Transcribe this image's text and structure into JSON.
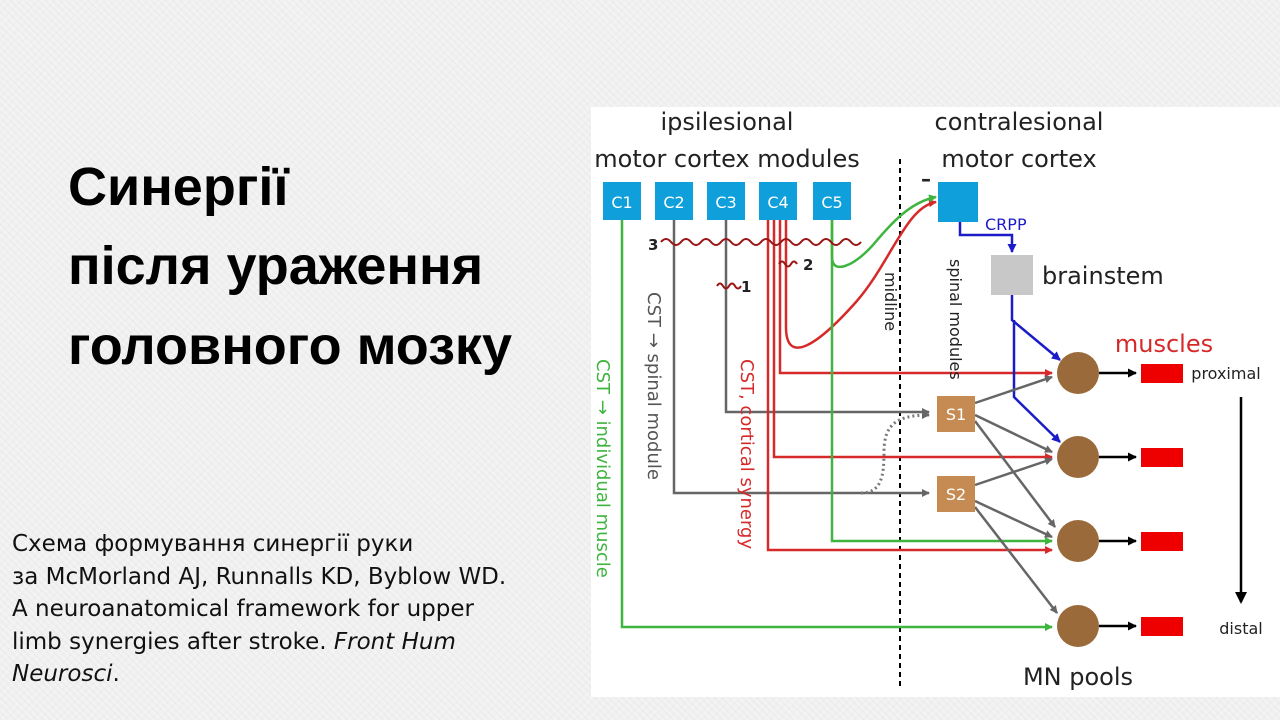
{
  "slide": {
    "title_lines": [
      "Синергії",
      "після ураження",
      "головного мозку"
    ],
    "caption": {
      "line1": "Схема формування синергії руки",
      "line2": "за McMorland AJ, Runnalls KD, Byblow WD.",
      "line3": "A neuroanatomical framework for upper",
      "line4_pre": "limb synergies after stroke. ",
      "line4_italic": "Front Hum",
      "line5_italic": "Neurosci",
      "line5_post": "."
    }
  },
  "diagram": {
    "header_ipsi_1": "ipsilesional",
    "header_ipsi_2": "motor cortex modules",
    "header_contra_1": "contralesional",
    "header_contra_2": "motor cortex",
    "modules": [
      "C1",
      "C2",
      "C3",
      "C4",
      "C5"
    ],
    "contra_sign": "–",
    "crpp": "CRPP",
    "brainstem": "brainstem",
    "lesion_1": "1",
    "lesion_2": "2",
    "lesion_3": "3",
    "cst_spinal_module": "CST → spinal module",
    "cst_cortical_synergy": "CST, cortical synergy",
    "cst_individual_muscle": "CST → individual muscle",
    "midline": "midline",
    "spinal_modules": "spinal modules",
    "s1": "S1",
    "s2": "S2",
    "muscles": "muscles",
    "proximal": "proximal",
    "distal": "distal",
    "mn_pools": "MN pools",
    "colors": {
      "module_blue": "#0f9fdb",
      "red": "#d62a2a",
      "green": "#3fb43f",
      "grey": "#666666",
      "blue_path": "#1b1bc8",
      "brainstem_grey": "#c8c8c8",
      "spinal_module_brown": "#c58b52",
      "mn_brown": "#9b6a3a",
      "muscle_red": "#ee0000"
    }
  }
}
